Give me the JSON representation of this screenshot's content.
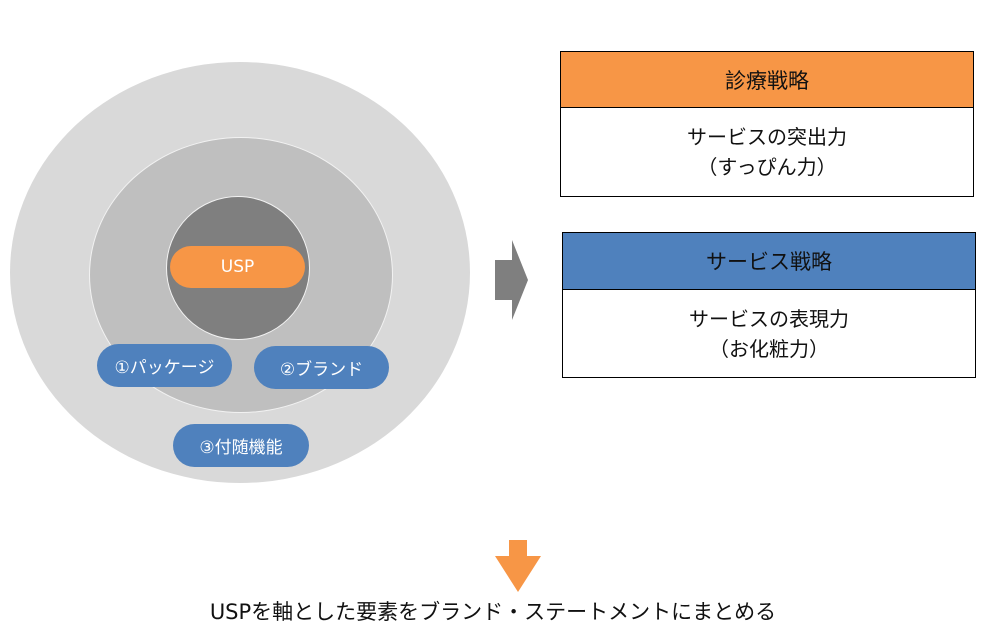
{
  "diagram": {
    "colors": {
      "outer_ring": "#d9d9d9",
      "middle_ring": "#bfbfbf",
      "inner_core": "#7f7f7f",
      "accent_orange": "#f79646",
      "accent_blue": "#4f81bd",
      "arrow_gray": "#7f7f7f"
    },
    "rings": {
      "core_label": "USP",
      "middle_labels": [
        "①パッケージ",
        "②ブランド"
      ],
      "outer_label": "③付随機能"
    },
    "strategies": [
      {
        "header": "診療戦略",
        "header_color": "#f79646",
        "lines": [
          "サービスの突出力",
          "（すっぴん力）"
        ]
      },
      {
        "header": "サービス戦略",
        "header_color": "#4f81bd",
        "lines": [
          "サービスの表現力",
          "（お化粧力）"
        ]
      }
    ],
    "right_arrow": "arrow-right",
    "down_arrow": "arrow-down",
    "conclusion": "USPを軸とした要素をブランド・ステートメントにまとめる"
  }
}
